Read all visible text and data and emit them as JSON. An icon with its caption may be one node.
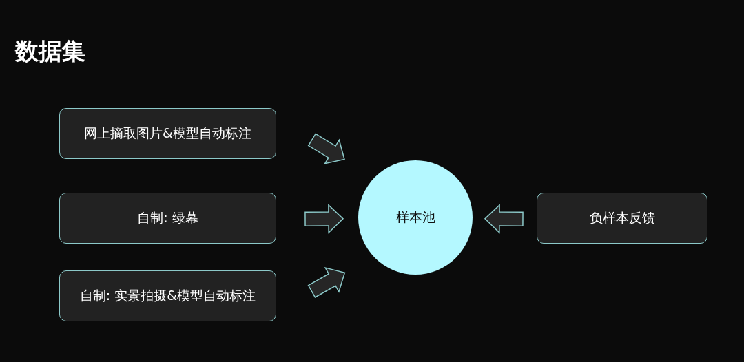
{
  "diagram": {
    "title": "数据集",
    "nodes": [
      {
        "text": [
          "网上摘取图片&模型自动标注"
        ]
      },
      {
        "text": [
          "自制: 绿幕"
        ]
      },
      {
        "text": [
          "自制: 实景拍摄&模型自动标注"
        ]
      },
      {
        "text": [
          "样本池"
        ]
      },
      {
        "text": [
          "负样本反馈"
        ]
      }
    ],
    "edges": [
      {
        "from": 0,
        "to": 3,
        "arrow": "to"
      },
      {
        "from": 1,
        "to": 3,
        "arrow": "to"
      },
      {
        "from": 2,
        "to": 3,
        "arrow": "to"
      },
      {
        "from": 4,
        "to": 3,
        "arrow": "to"
      }
    ]
  }
}
